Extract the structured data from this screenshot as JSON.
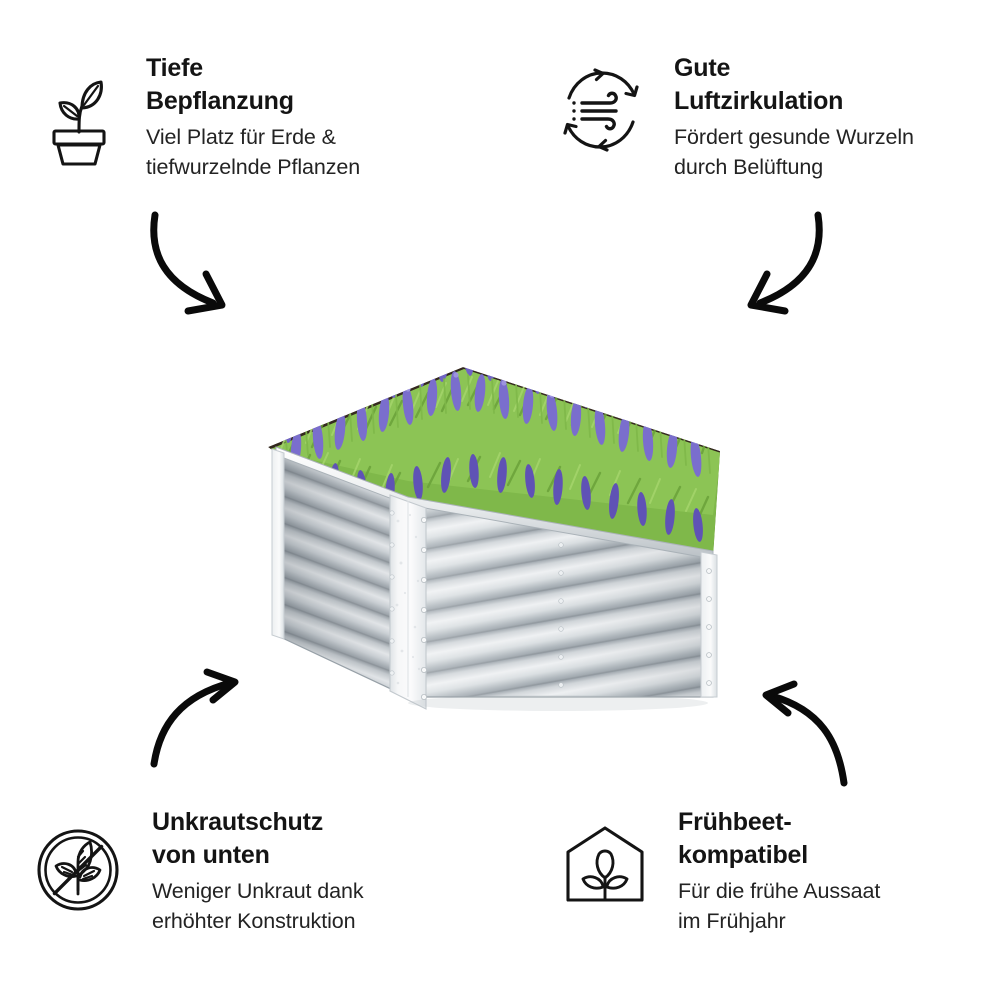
{
  "page": {
    "background_color": "#ffffff",
    "text_color": "#141414",
    "language": "de"
  },
  "features": [
    {
      "id": "tiefe-bepflanzung",
      "position": "top-left",
      "icon": "potted-plant-icon",
      "title": "Tiefe\nBepflanzung",
      "description": "Viel Platz für Erde &\ntiefwurzelnde Pflanzen"
    },
    {
      "id": "gute-luftzirkulation",
      "position": "top-right",
      "icon": "air-circulation-icon",
      "title": "Gute\nLuftzirkulation",
      "description": "Fördert gesunde Wurzeln\ndurch Belüftung"
    },
    {
      "id": "unkrautschutz-von-unten",
      "position": "bottom-left",
      "icon": "no-weeds-icon",
      "title": "Unkrautschutz\nvon unten",
      "description": "Weniger Unkraut dank\nerhöhter Konstruktion"
    },
    {
      "id": "fruehbeet-kompatibel",
      "position": "bottom-right",
      "icon": "greenhouse-plant-icon",
      "title": "Frühbeet-\nkompatibel",
      "description": "Für die frühe Aussaat\nim Frühjahr"
    }
  ],
  "arrows": [
    {
      "id": "arrow-top-left",
      "icon": "curved-arrow-down-right-icon",
      "points_to": "product"
    },
    {
      "id": "arrow-top-right",
      "icon": "curved-arrow-down-left-icon",
      "points_to": "product"
    },
    {
      "id": "arrow-bottom-left",
      "icon": "curved-arrow-up-right-icon",
      "points_to": "product"
    },
    {
      "id": "arrow-bottom-right",
      "icon": "curved-arrow-up-left-icon",
      "points_to": "product"
    }
  ],
  "product": {
    "name": "raised-garden-bed",
    "material": "galvanized corrugated steel",
    "plant": "lavender",
    "colors": {
      "metal_light": "#f2f4f5",
      "metal_mid": "#c9ced2",
      "metal_dark": "#a7aeb4",
      "metal_shadow": "#8e969d",
      "corner_post": "#f4f5f6",
      "flower_purple": "#6f63c4",
      "flower_purple_deep": "#4f4597",
      "foliage_green": "#86c14a",
      "foliage_green_dark": "#5f9432"
    }
  }
}
